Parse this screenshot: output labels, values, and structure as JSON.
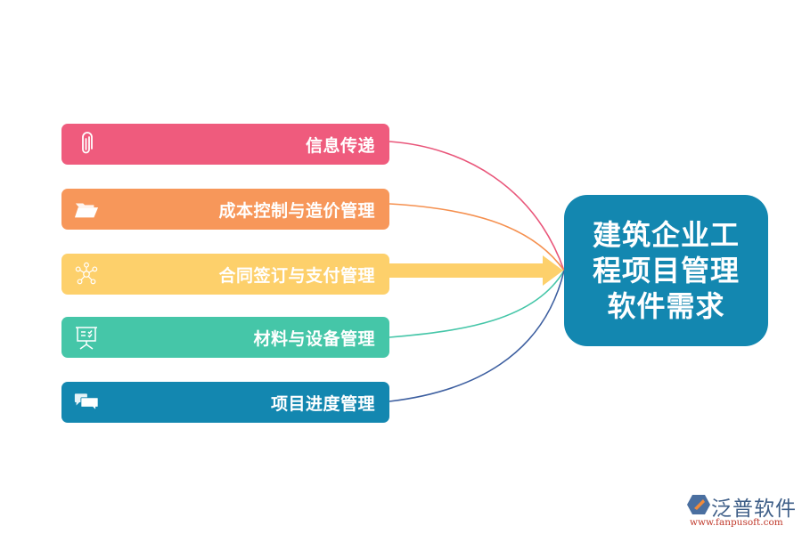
{
  "diagram": {
    "center": {
      "lines": [
        "建筑企业工",
        "程项目管理",
        "软件需求"
      ],
      "color": "#1387b0"
    },
    "nodes": [
      {
        "label": "信息传递",
        "icon": "paperclip-icon",
        "color": "#ef5b7d"
      },
      {
        "label": "成本控制与造价管理",
        "icon": "folder-icon",
        "color": "#f7975a"
      },
      {
        "label": "合同签订与支付管理",
        "icon": "network-icon",
        "color": "#fdd06b"
      },
      {
        "label": "材料与设备管理",
        "icon": "presentation-board-icon",
        "color": "#45c6a8"
      },
      {
        "label": "项目进度管理",
        "icon": "chat-bubbles-icon",
        "color": "#1387b0"
      }
    ],
    "connectors": [
      {
        "from": "信息传递",
        "to": "center",
        "color": "#e9567a",
        "style": "curve"
      },
      {
        "from": "成本控制与造价管理",
        "to": "center",
        "color": "#f5904f",
        "style": "curve"
      },
      {
        "from": "合同签订与支付管理",
        "to": "center",
        "color": "#fdd06b",
        "style": "arrow"
      },
      {
        "from": "材料与设备管理",
        "to": "center",
        "color": "#45c6a8",
        "style": "curve"
      },
      {
        "from": "项目进度管理",
        "to": "center",
        "color": "#3d5fa0",
        "style": "curve"
      }
    ]
  },
  "watermark": {
    "brand": "泛普软件",
    "url": "www.fanpusoft.com"
  }
}
